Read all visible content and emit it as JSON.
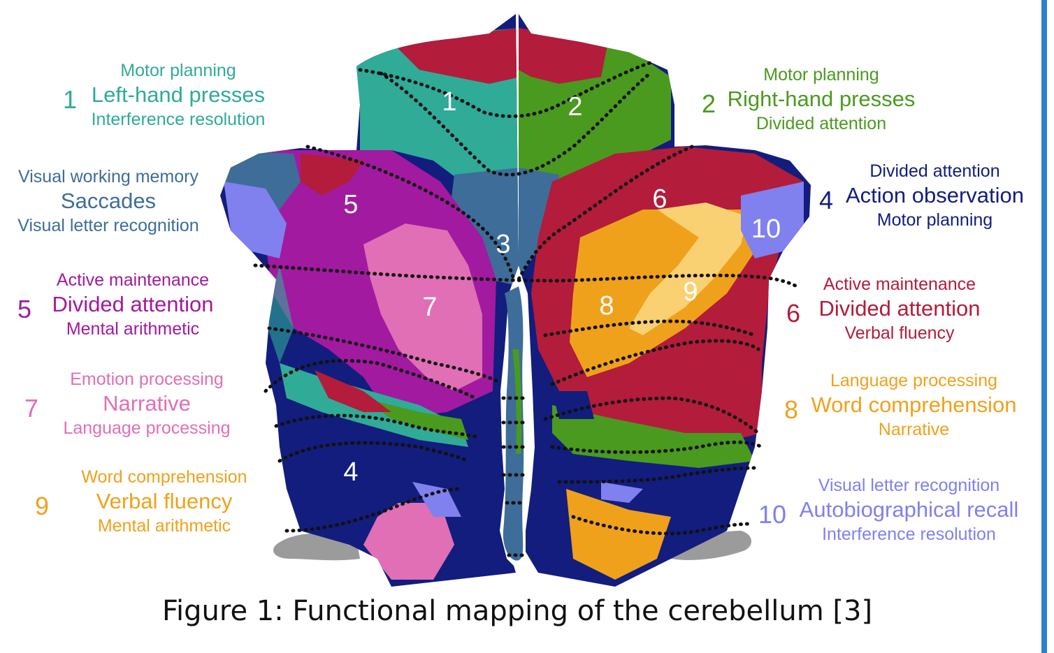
{
  "caption": "Figure 1: Functional mapping of the cerebellum  [3]",
  "colors": {
    "n1": "#2fab98",
    "n2": "#4a9a1f",
    "n3": "#3d6d98",
    "n4": "#121d7d",
    "n5": "#a21a9f",
    "n6": "#b31c3a",
    "n7": "#e06fb6",
    "n8": "#f0a11b",
    "n9": "#f9d173",
    "n10": "#8080ee",
    "sidebar": "#2f7fd0"
  },
  "regions": {
    "r1": "1",
    "r2": "2",
    "r3": "3",
    "r4": "4",
    "r5": "5",
    "r6": "6",
    "r7": "7",
    "r8": "8",
    "r9": "9",
    "r10": "10"
  },
  "legend": {
    "n1": {
      "number": "1",
      "top": "Motor planning",
      "main": "Left-hand presses",
      "bottom": "Interference resolution"
    },
    "n2": {
      "number": "2",
      "top": "Motor planning",
      "main": "Right-hand presses",
      "bottom": "Divided attention"
    },
    "n3": {
      "top": "Visual working memory",
      "main": "Saccades",
      "bottom": "Visual letter recognition"
    },
    "n4": {
      "number": "4",
      "top": "Divided attention",
      "main": "Action observation",
      "bottom": "Motor planning"
    },
    "n5": {
      "number": "5",
      "top": "Active maintenance",
      "main": "Divided attention",
      "bottom": "Mental arithmetic"
    },
    "n6": {
      "number": "6",
      "top": "Active maintenance",
      "main": "Divided attention",
      "bottom": "Verbal fluency"
    },
    "n7": {
      "number": "7",
      "top": "Emotion processing",
      "main": "Narrative",
      "bottom": "Language processing"
    },
    "n8": {
      "number": "8",
      "top": "Language processing",
      "main": "Word comprehension",
      "bottom": "Narrative"
    },
    "n9": {
      "number": "9",
      "top": "Word comprehension",
      "main": "Verbal fluency",
      "bottom": "Mental arithmetic"
    },
    "n10": {
      "number": "10",
      "top": "Visual letter recognition",
      "main": "Autobiographical recall",
      "bottom": "Interference resolution"
    }
  }
}
